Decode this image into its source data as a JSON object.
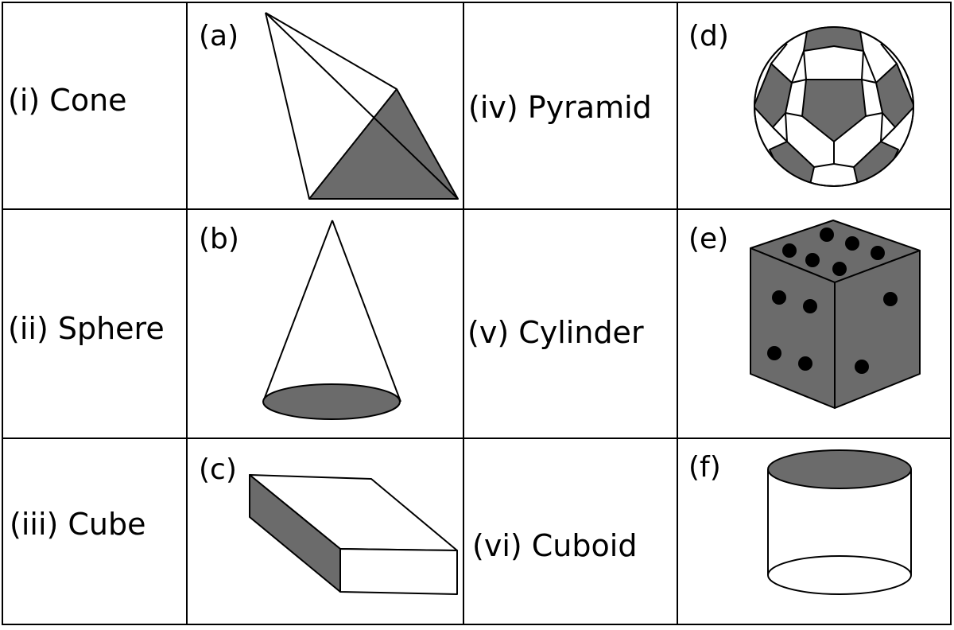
{
  "names": [
    {
      "id": "cone",
      "text": "(i) Cone"
    },
    {
      "id": "sphere",
      "text": "(ii) Sphere"
    },
    {
      "id": "cube",
      "text": "(iii) Cube"
    },
    {
      "id": "pyramid",
      "text": "(iv) Pyramid"
    },
    {
      "id": "cylinder",
      "text": "(v) Cylinder"
    },
    {
      "id": "cuboid",
      "text": "(vi) Cuboid"
    }
  ],
  "figures": [
    {
      "id": "a",
      "label": "(a)",
      "depicts": "pyramid"
    },
    {
      "id": "b",
      "label": "(b)",
      "depicts": "cone"
    },
    {
      "id": "c",
      "label": "(c)",
      "depicts": "cuboid"
    },
    {
      "id": "d",
      "label": "(d)",
      "depicts": "sphere"
    },
    {
      "id": "e",
      "label": "(e)",
      "depicts": "cube"
    },
    {
      "id": "f",
      "label": "(f)",
      "depicts": "cylinder"
    }
  ],
  "colors": {
    "shade": "#6b6b6b",
    "line": "#000000",
    "background": "#ffffff"
  }
}
